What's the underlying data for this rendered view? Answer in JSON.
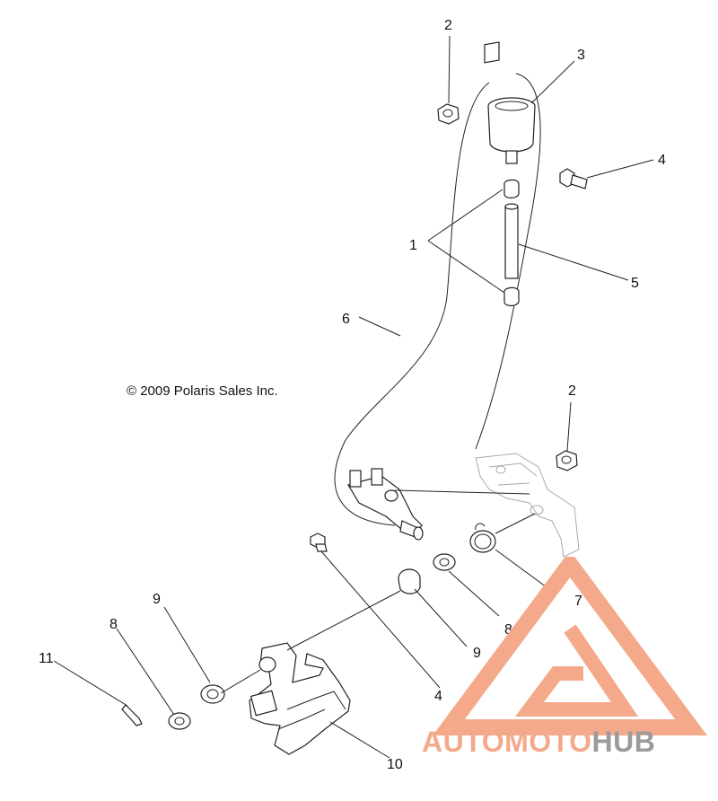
{
  "copyright": "© 2009 Polaris Sales Inc.",
  "callouts": {
    "c1": "1",
    "c2a": "2",
    "c2b": "2",
    "c3": "3",
    "c4a": "4",
    "c4b": "4",
    "c5": "5",
    "c6": "6",
    "c7": "7",
    "c8a": "8",
    "c8b": "8",
    "c9a": "9",
    "c9b": "9",
    "c10": "10",
    "c11": "11"
  },
  "watermark": {
    "part1": "AUTOMOTO",
    "part2": "HUB",
    "color_primary": "#f4a98a",
    "color_secondary": "#9b9b9b"
  }
}
